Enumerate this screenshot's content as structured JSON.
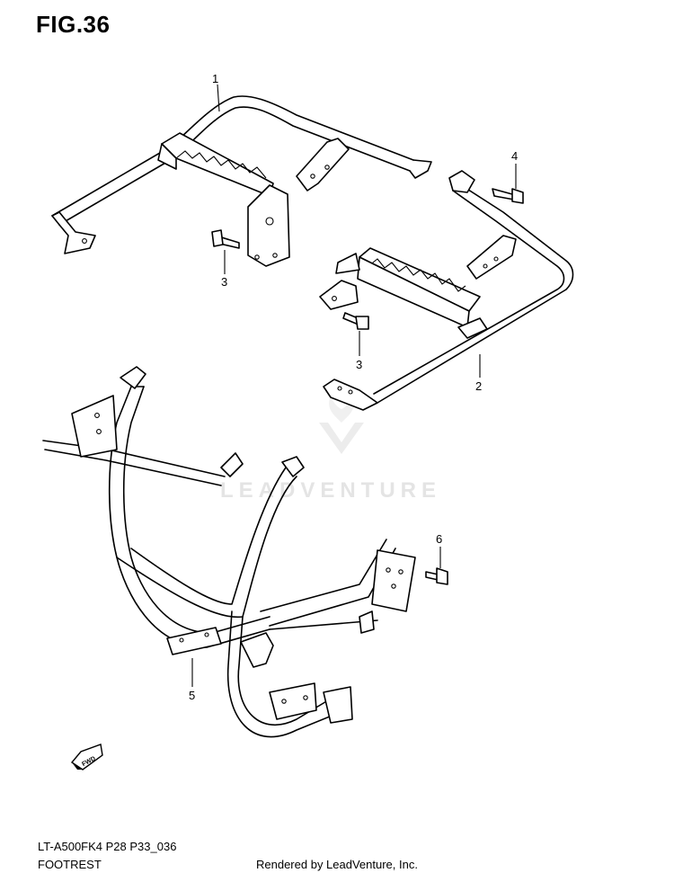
{
  "figure": {
    "title": "FIG.36"
  },
  "callouts": [
    "1",
    "2",
    "3",
    "3",
    "4",
    "5",
    "6"
  ],
  "icons": {
    "fwd_arrow": {
      "label": "FWD",
      "icon": "fwd-arrow-icon"
    }
  },
  "watermark": {
    "text": "LEADVENTURE"
  },
  "footer": {
    "model": "LT-A500FK4 P28 P33_036",
    "name": "FOOTREST",
    "rendered_by": "Rendered by LeadVenture, Inc."
  }
}
